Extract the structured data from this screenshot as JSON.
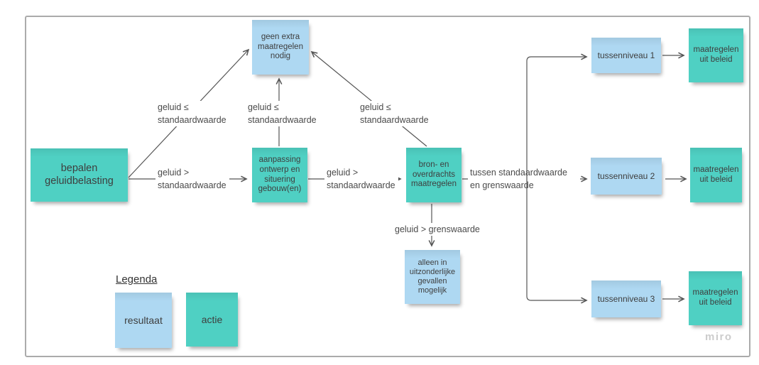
{
  "board_type": "flowchart",
  "watermark": "miro",
  "colors": {
    "teal": "#4fd0c3",
    "blue": "#aed8f2",
    "line": "#555555",
    "sticky_text": "#3e3e3e",
    "label_text": "#4a4a4a",
    "frame_border": "#ababab",
    "watermark": "#cccccc"
  },
  "nodes": {
    "bepalen": {
      "label": "bepalen geluidbelasting",
      "type": "actie"
    },
    "geen_extra": {
      "label": "geen extra maatregelen nodig",
      "type": "resultaat"
    },
    "aanpassing": {
      "label": "aanpassing ontwerp en situering gebouw(en)",
      "type": "actie"
    },
    "bron": {
      "label": "bron- en overdrachts maatregelen",
      "type": "actie"
    },
    "alleen": {
      "label": "alleen in uitzonderlijke gevallen mogelijk",
      "type": "resultaat"
    },
    "t1": {
      "label": "tussenniveau 1",
      "type": "resultaat"
    },
    "t2": {
      "label": "tussenniveau 2",
      "type": "resultaat"
    },
    "t3": {
      "label": "tussenniveau 3",
      "type": "resultaat"
    },
    "m1": {
      "label": "maatregelen uit beleid",
      "type": "actie"
    },
    "m2": {
      "label": "maatregelen uit beleid",
      "type": "actie"
    },
    "m3": {
      "label": "maatregelen uit beleid",
      "type": "actie"
    }
  },
  "edges": {
    "bepalen_to_geen_extra": {
      "from": "bepalen geluidbelasting",
      "to": "geen extra maatregelen nodig",
      "label": "geluid ≤ standaardwaarde"
    },
    "bepalen_to_aanpassing": {
      "from": "bepalen geluidbelasting",
      "to": "aanpassing ontwerp en situering gebouw(en)",
      "label": "geluid > standaardwaarde"
    },
    "aanpassing_to_geen_extra": {
      "from": "aanpassing ontwerp en situering gebouw(en)",
      "to": "geen extra maatregelen nodig",
      "label": "geluid ≤ standaardwaarde"
    },
    "aanpassing_to_bron": {
      "from": "aanpassing ontwerp en situering gebouw(en)",
      "to": "bron- en overdrachts maatregelen",
      "label": "geluid > standaardwaarde"
    },
    "bron_to_geen_extra": {
      "from": "bron- en overdrachts maatregelen",
      "to": "geen extra maatregelen nodig",
      "label": "geluid ≤ standaardwaarde"
    },
    "bron_to_alleen": {
      "from": "bron- en overdrachts maatregelen",
      "to": "alleen in uitzonderlijke gevallen mogelijk",
      "label": "geluid > grenswaarde"
    },
    "bron_to_tussenniveaus": {
      "from": "bron- en overdrachts maatregelen",
      "to": "tussenniveau 1 / 2 / 3",
      "label": "tussen standaardwaarde en grenswaarde"
    },
    "t1_to_m1": {
      "from": "tussenniveau 1",
      "to": "maatregelen uit beleid",
      "label": ""
    },
    "t2_to_m2": {
      "from": "tussenniveau 2",
      "to": "maatregelen uit beleid",
      "label": ""
    },
    "t3_to_m3": {
      "from": "tussenniveau 3",
      "to": "maatregelen uit beleid",
      "label": ""
    }
  },
  "legend": {
    "title": "Legenda",
    "resultaat": {
      "label": "resultaat",
      "color": "#aed8f2"
    },
    "actie": {
      "label": "actie",
      "color": "#4fd0c3"
    }
  }
}
